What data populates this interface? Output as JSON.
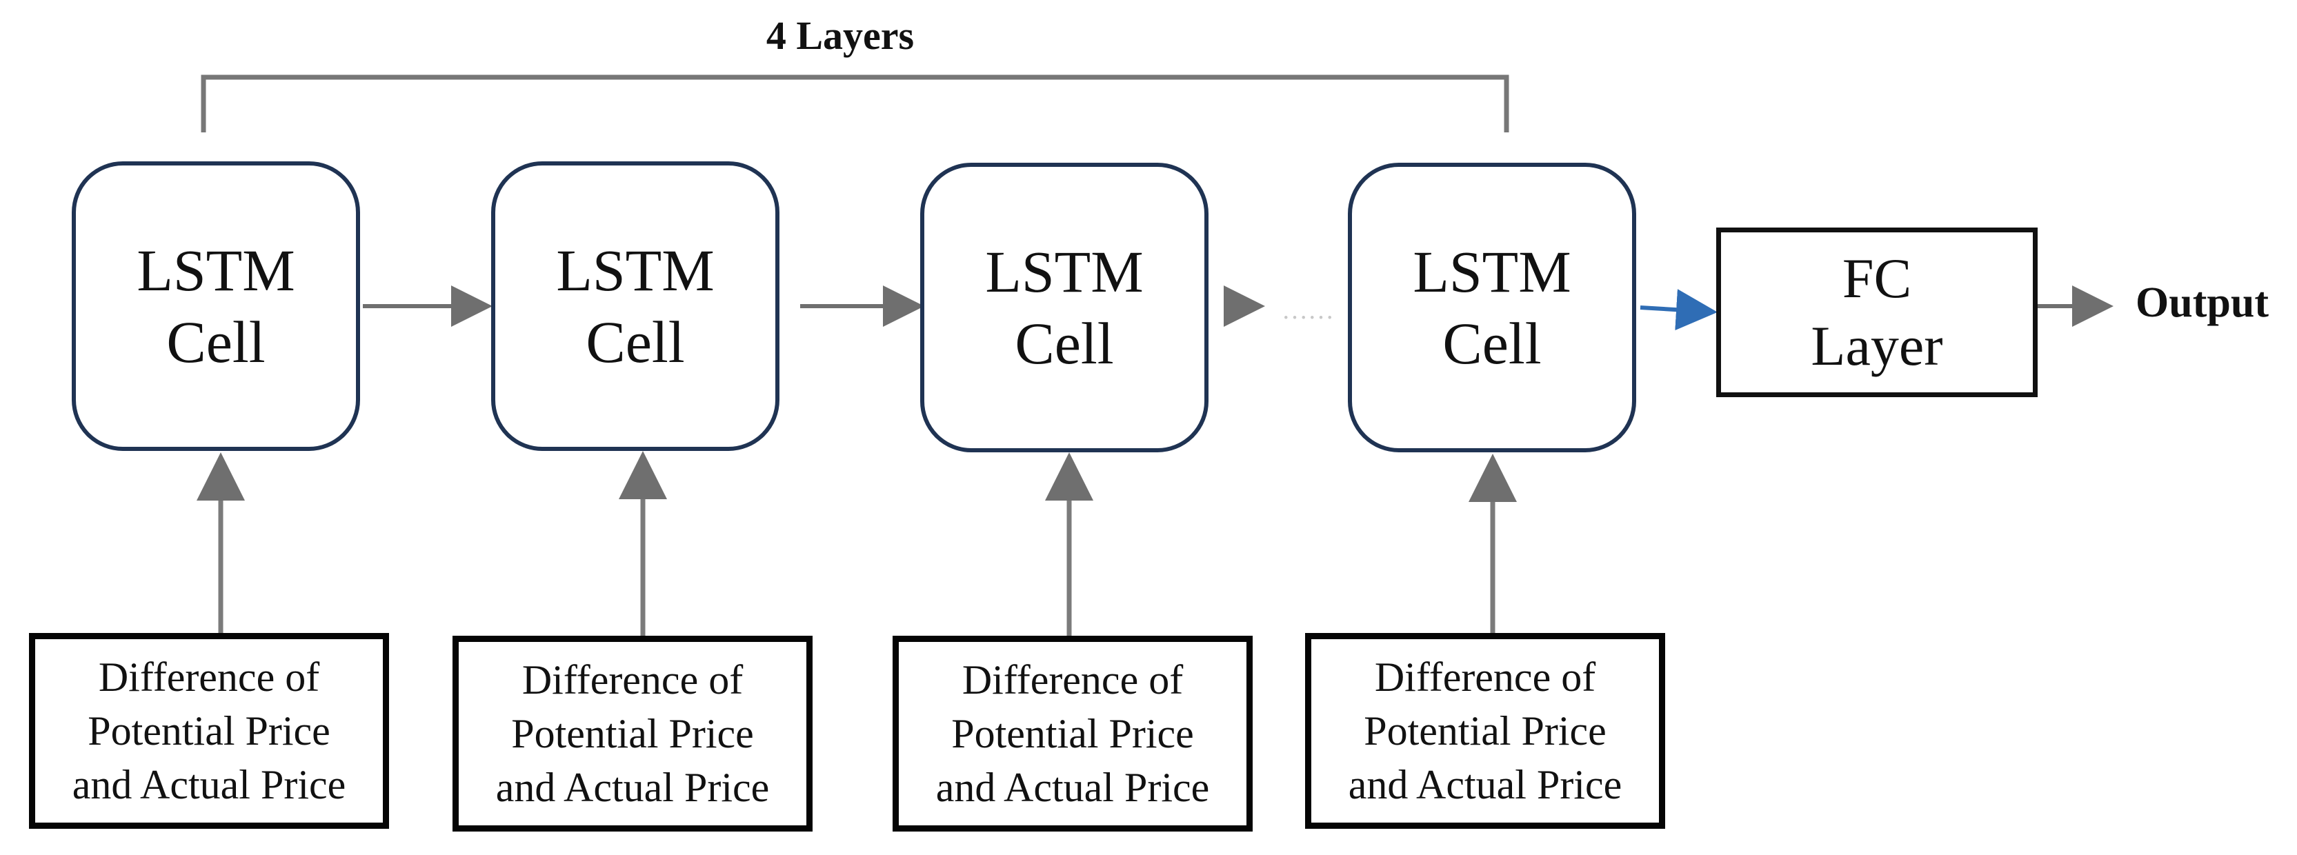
{
  "diagram": {
    "title": "4 Layers",
    "output_label": "Output",
    "cells": [
      {
        "line1": "LSTM",
        "line2": "Cell"
      },
      {
        "line1": "LSTM",
        "line2": "Cell"
      },
      {
        "line1": "LSTM",
        "line2": "Cell"
      },
      {
        "line1": "LSTM",
        "line2": "Cell"
      }
    ],
    "fc_layer": {
      "line1": "FC",
      "line2": "Layer"
    },
    "inputs": [
      {
        "line1": "Difference of",
        "line2": "Potential Price",
        "line3": "and Actual Price"
      },
      {
        "line1": "Difference of",
        "line2": "Potential Price",
        "line3": "and Actual Price"
      },
      {
        "line1": "Difference of",
        "line2": "Potential Price",
        "line3": "and Actual Price"
      },
      {
        "line1": "Difference of",
        "line2": "Potential Price",
        "line3": "and Actual Price"
      }
    ],
    "ellipsis": "……",
    "colors": {
      "cell_border": "#1f3353",
      "arrow": "#6f6f6f",
      "highlight_arrow": "#2f6db5",
      "box_border": "#050505"
    }
  }
}
